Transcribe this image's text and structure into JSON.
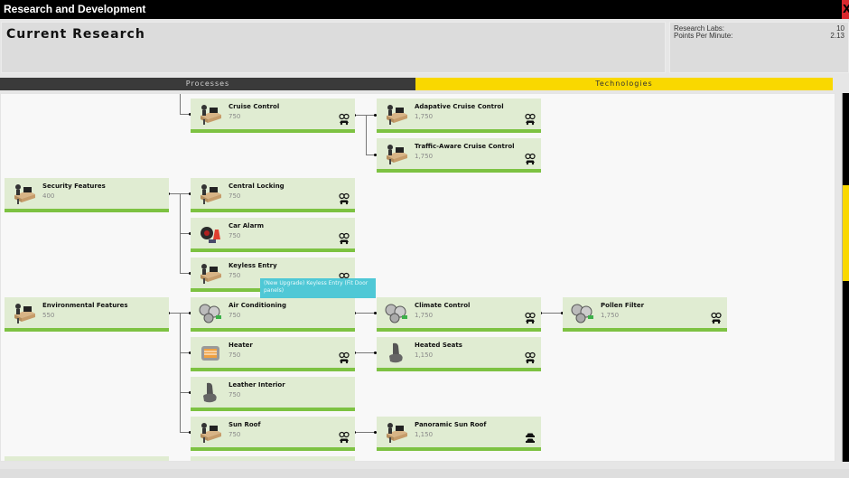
{
  "window": {
    "title": "Research and Development",
    "close_label": "X"
  },
  "header": {
    "title": "Current Research",
    "stats": [
      {
        "label": "Research Labs:",
        "value": "10"
      },
      {
        "label": "Points Per Minute:",
        "value": "2.13"
      }
    ]
  },
  "tabs": [
    {
      "label": "Processes",
      "active": false
    },
    {
      "label": "Technologies",
      "active": true
    }
  ],
  "colors": {
    "accent": "#f9d800",
    "node_bg": "#e0ecd2",
    "node_bar": "#7dc242",
    "tooltip": "#4fc8d6",
    "close": "#d9282e"
  },
  "nodes": [
    {
      "id": "cruise-control",
      "name": "Cruise Control",
      "cost": "750",
      "icon": "desk-icon",
      "badge": "infinity-car-icon"
    },
    {
      "id": "adaptive-cruise",
      "name": "Adapative Cruise Control",
      "cost": "1,750",
      "icon": "desk-icon",
      "badge": "infinity-car-icon"
    },
    {
      "id": "traffic-aware",
      "name": "Traffic-Aware Cruise Control",
      "cost": "1,750",
      "icon": "desk-icon",
      "badge": "infinity-car-icon"
    },
    {
      "id": "security-features",
      "name": "Security Features",
      "cost": "400",
      "icon": "desk-icon",
      "badge": ""
    },
    {
      "id": "central-locking",
      "name": "Central Locking",
      "cost": "750",
      "icon": "desk-icon",
      "badge": "infinity-car-icon"
    },
    {
      "id": "car-alarm",
      "name": "Car Alarm",
      "cost": "750",
      "icon": "alarm-icon",
      "badge": "infinity-car-icon"
    },
    {
      "id": "keyless-entry",
      "name": "Keyless Entry",
      "cost": "750",
      "icon": "desk-icon",
      "badge": "infinity-car-icon"
    },
    {
      "id": "environmental-features",
      "name": "Environmental Features",
      "cost": "550",
      "icon": "desk-icon",
      "badge": ""
    },
    {
      "id": "air-conditioning",
      "name": "Air Conditioning",
      "cost": "750",
      "icon": "ac-unit-icon",
      "badge": ""
    },
    {
      "id": "climate-control",
      "name": "Climate Control",
      "cost": "1,750",
      "icon": "ac-unit-icon",
      "badge": "infinity-car-icon"
    },
    {
      "id": "pollen-filter",
      "name": "Pollen Filter",
      "cost": "1,750",
      "icon": "ac-unit-icon",
      "badge": "infinity-car-icon"
    },
    {
      "id": "heater",
      "name": "Heater",
      "cost": "750",
      "icon": "heater-icon",
      "badge": "infinity-car-icon"
    },
    {
      "id": "heated-seats",
      "name": "Heated Seats",
      "cost": "1,150",
      "icon": "seat-icon",
      "badge": "infinity-car-icon"
    },
    {
      "id": "leather-interior",
      "name": "Leather Interior",
      "cost": "750",
      "icon": "seat-icon",
      "badge": ""
    },
    {
      "id": "sun-roof",
      "name": "Sun Roof",
      "cost": "750",
      "icon": "desk-icon",
      "badge": "infinity-car-icon"
    },
    {
      "id": "panoramic-sun-roof",
      "name": "Panoramic Sun Roof",
      "cost": "1,150",
      "icon": "desk-icon",
      "badge": "two-cars-icon"
    }
  ],
  "tooltip": {
    "text": "(New Upgrade) Keyless Entry (Fit Door panels)"
  }
}
